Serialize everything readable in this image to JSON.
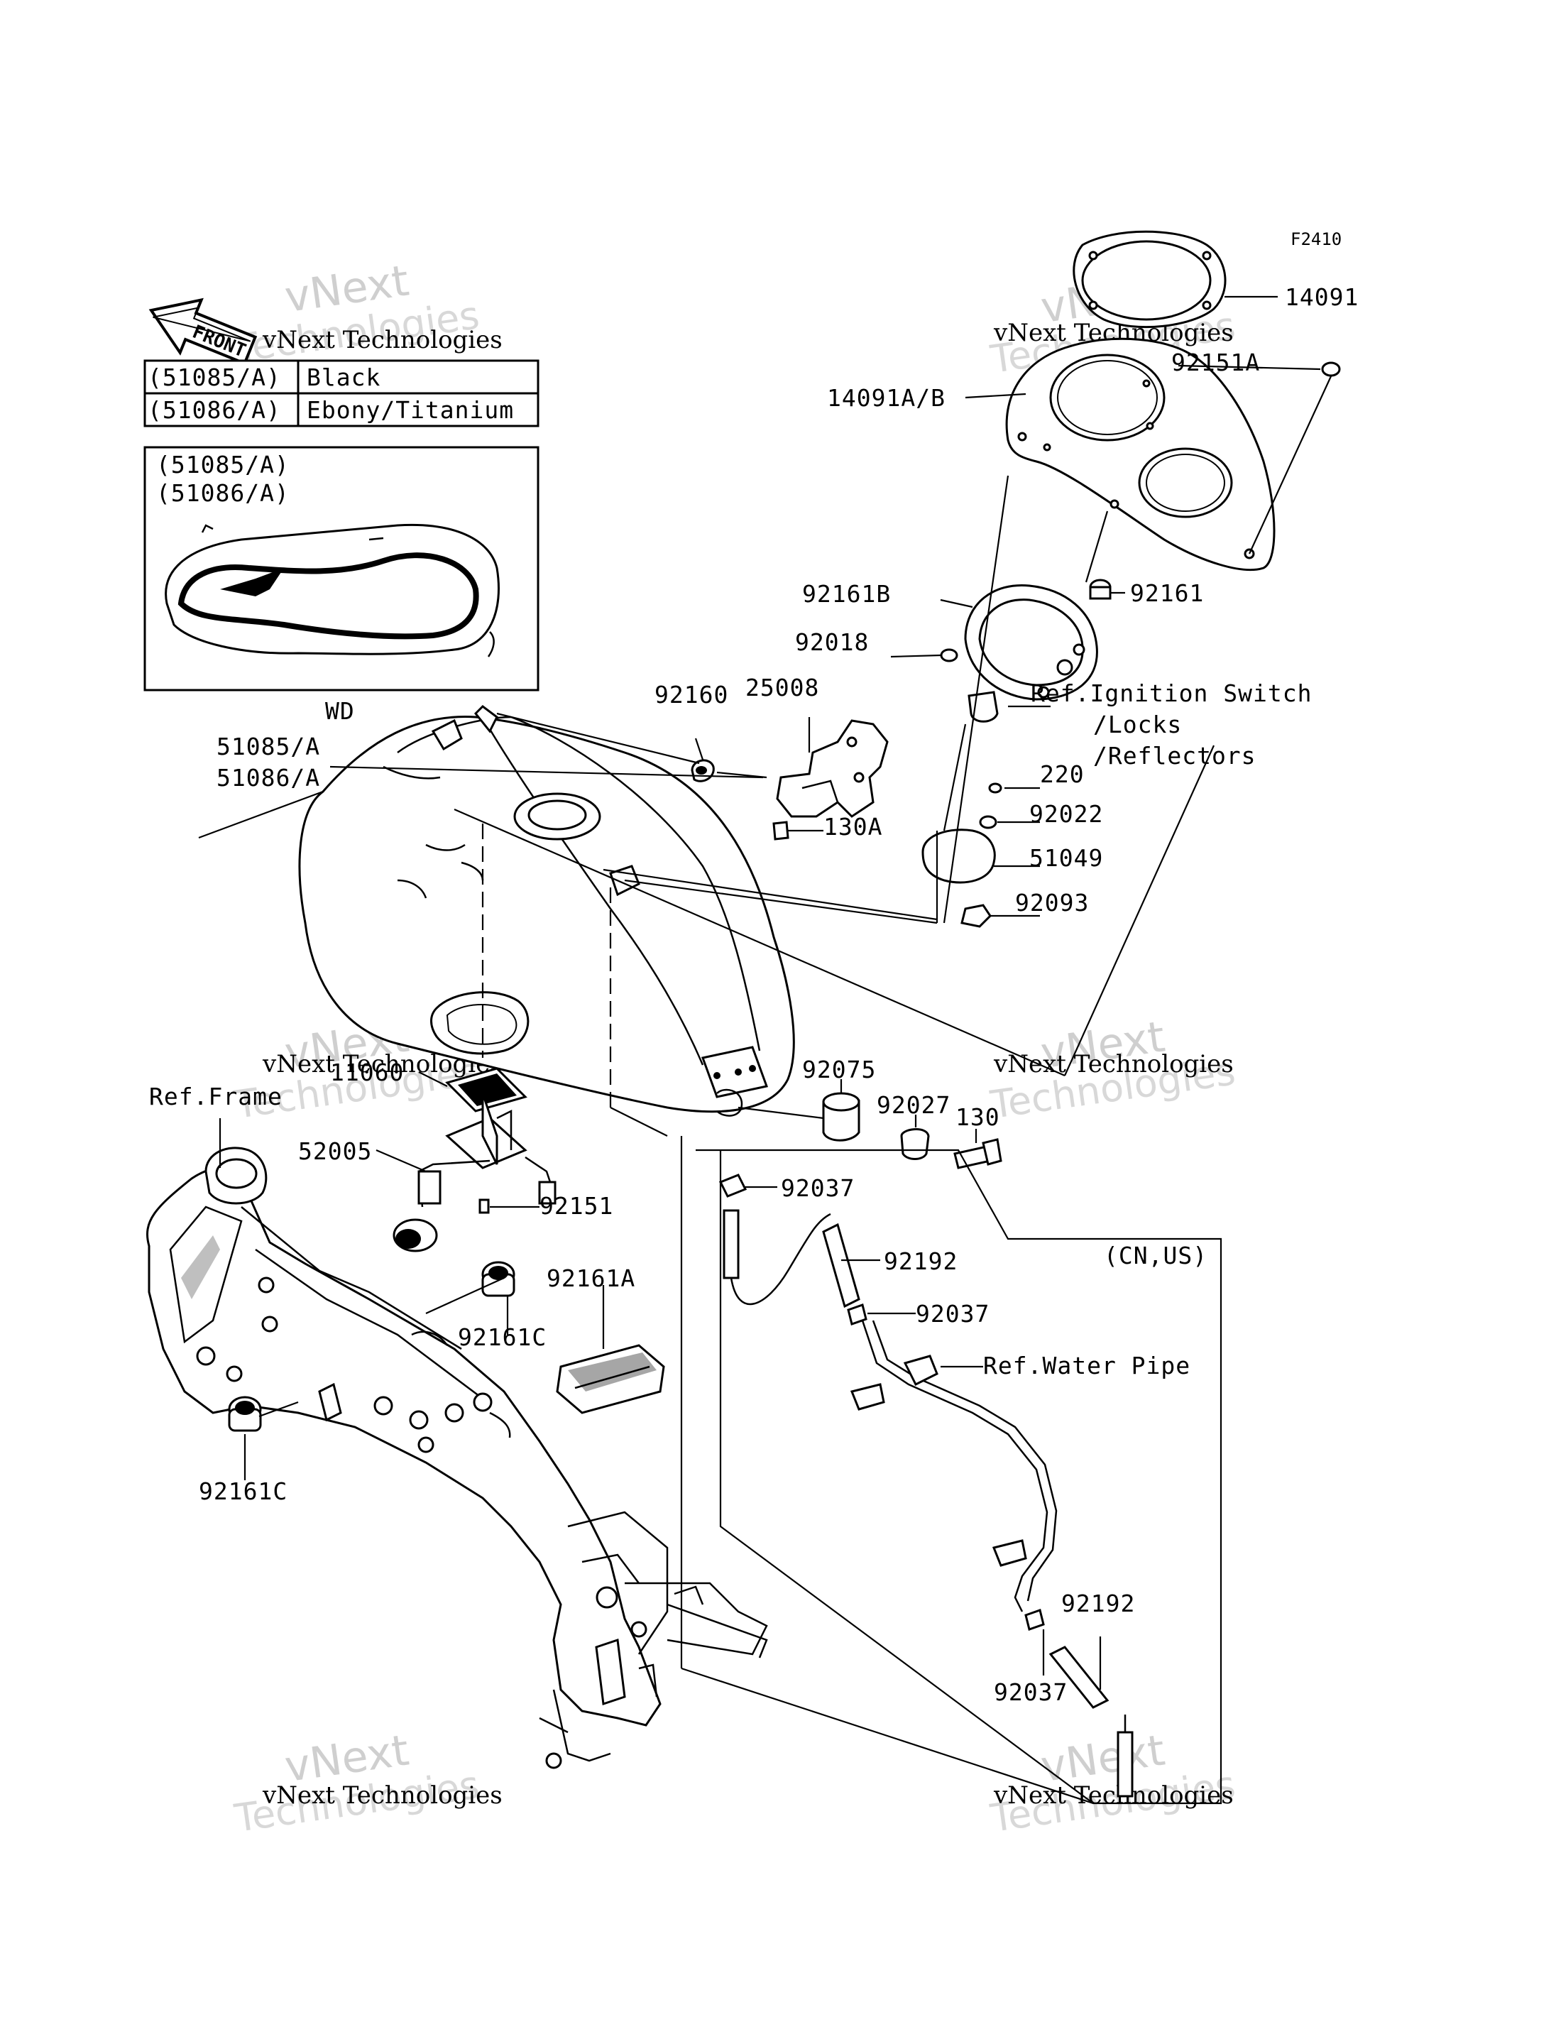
{
  "diagram_code": "F2410",
  "front_arrow_label": "FRONT",
  "color_table": [
    {
      "part": "(51085/A)",
      "color": "Black"
    },
    {
      "part": "(51086/A)",
      "color": "Ebony/Titanium"
    }
  ],
  "inset_labels": [
    "(51085/A)",
    "(51086/A)"
  ],
  "part_labels": {
    "p14091": "14091",
    "p14091ab": "14091A/B",
    "p92151a": "92151A",
    "p92161": "92161",
    "p92161b": "92161B",
    "p92018": "92018",
    "ref_ignition_1": "Ref.Ignition Switch",
    "ref_ignition_2": "/Locks",
    "ref_ignition_3": "/Reflectors",
    "p220": "220",
    "p92022": "92022",
    "p51049": "51049",
    "p92093": "92093",
    "p92160": "92160",
    "p25008": "25008",
    "p130a": "130A",
    "wd": "WD",
    "p51085a": "51085/A",
    "p51086a": "51086/A",
    "p92075": "92075",
    "p92027": "92027",
    "p130": "130",
    "p11060": "11060",
    "ref_frame": "Ref.Frame",
    "p52005": "52005",
    "p92151": "92151",
    "p92037_a": "92037",
    "p92192_a": "92192",
    "p92037_b": "92037",
    "cn_us": "(CN,US)",
    "ref_water_pipe": "Ref.Water Pipe",
    "p92161a": "92161A",
    "p92161c_a": "92161C",
    "p92161c_b": "92161C",
    "p92192_b": "92192",
    "p92037_c": "92037"
  },
  "watermark": {
    "line1": "vNext Technologies",
    "line2": "vNext",
    "line3": "Technologies"
  }
}
